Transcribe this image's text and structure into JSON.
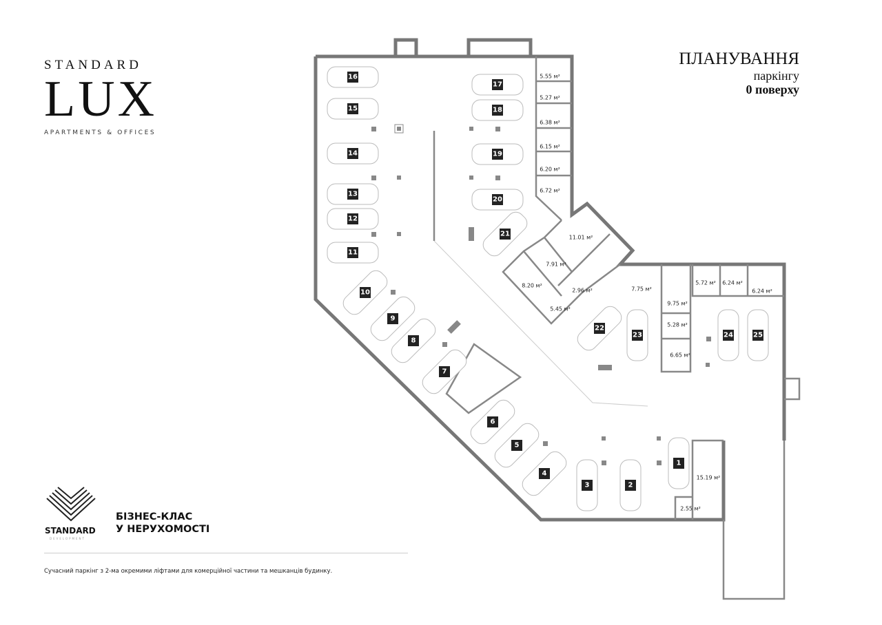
{
  "brand": {
    "top": "STANDARD",
    "main": "LUX",
    "sub": "APARTMENTS & OFFICES"
  },
  "title": {
    "line1": "ПЛАНУВАННЯ",
    "line2": "паркінгу",
    "line3": "0 поверху"
  },
  "developer": {
    "name": "STANDARD",
    "sub": "DEVELOPMENT",
    "logo": "standard-development-logo"
  },
  "slogan": {
    "line1": "БІЗНЕС-КЛАС",
    "line2": "У НЕРУХОМОСТІ"
  },
  "description": "Сучасний паркінг з 2-ма окремими ліфтами для комерційної частини та мешканців будинку.",
  "parking_spots": [
    "1",
    "2",
    "3",
    "4",
    "5",
    "6",
    "7",
    "8",
    "9",
    "10",
    "11",
    "12",
    "13",
    "14",
    "15",
    "16",
    "17",
    "18",
    "19",
    "20",
    "21",
    "22",
    "23",
    "24",
    "25"
  ],
  "storage_rooms": [
    "5.55 м²",
    "5.27 м²",
    "6.38 м²",
    "6.15 м²",
    "6.20 м²",
    "6.72 м²",
    "11.01 м²",
    "7.91 м²",
    "8.20 м²",
    "2.96 м²",
    "5.45 м²",
    "7.75 м²",
    "9.75 м²",
    "5.28 м²",
    "6.65 м²",
    "5.72 м²",
    "6.24 м²",
    "6.24 м²",
    "15.19 м²",
    "2.55 м²"
  ],
  "colors": {
    "wall": "#777777",
    "spot_badge": "#222222"
  }
}
